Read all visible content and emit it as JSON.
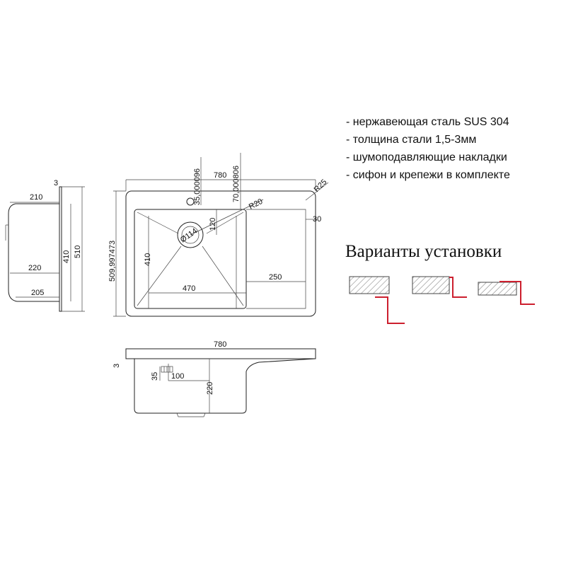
{
  "features": [
    "- нержавеющая сталь SUS 304",
    "- толщина стали 1,5-3мм",
    "- шумоподавляющие накладки",
    "- сифон и крепежи в комплекте"
  ],
  "installation_title": "Варианты установки",
  "accent_color": "#cc1f2e",
  "dimensions": {
    "top": {
      "width": "780",
      "tap_offset": "35,000096",
      "bowl_offset": "70,000806",
      "radius_outer": "R25",
      "radius_inner": "R20",
      "height": "509,997473",
      "bowl_height": "410",
      "drain_offset": "120",
      "drain_diameter": "Ø114",
      "bowl_width": "470",
      "wing_width": "250",
      "edge": "30"
    },
    "side": {
      "thickness": "3",
      "top_depth": "210",
      "mid_depth": "220",
      "bottom_depth": "205",
      "inner_height": "410",
      "outer_height": "510"
    },
    "front": {
      "width": "780",
      "thickness": "3",
      "overflow_height": "35",
      "overflow_offset": "100",
      "depth": "220"
    }
  }
}
